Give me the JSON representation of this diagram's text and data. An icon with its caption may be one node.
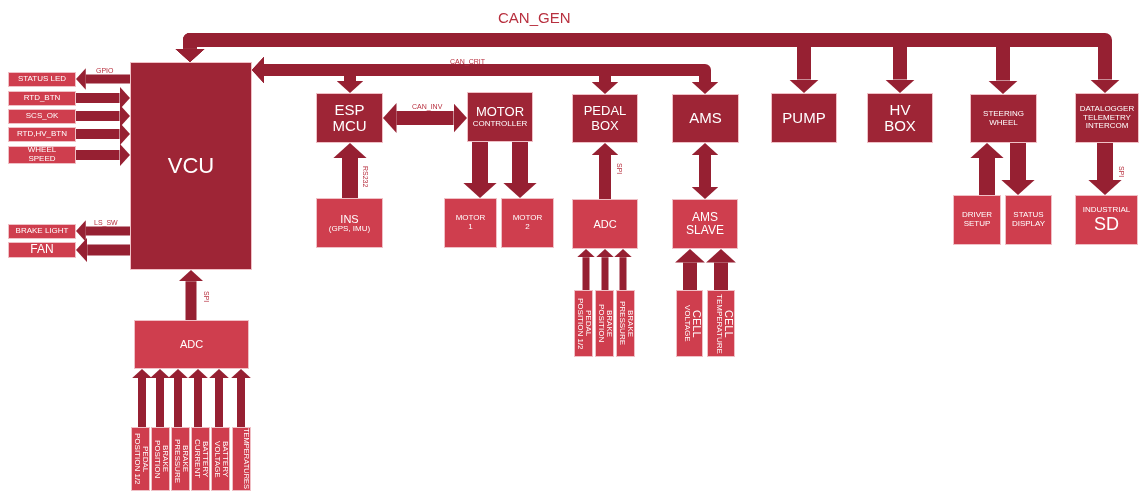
{
  "diagram": {
    "nodes": [
      {
        "text": [
          "VCU"
        ]
      },
      {
        "text": [
          "STATUS LED"
        ]
      },
      {
        "text": [
          "RTD_BTN"
        ]
      },
      {
        "text": [
          "SCS_OK"
        ]
      },
      {
        "text": [
          "RTD,HV_BTN"
        ]
      },
      {
        "text": [
          "WHEEL SPEED"
        ]
      },
      {
        "text": [
          "BRAKE LIGHT"
        ]
      },
      {
        "text": [
          "FAN"
        ]
      },
      {
        "text": [
          "ADC"
        ]
      },
      {
        "text": [
          "PEDAL POSITION 1/2"
        ]
      },
      {
        "text": [
          "BRAKE POSITION"
        ]
      },
      {
        "text": [
          "BRAKE PRESSURE"
        ]
      },
      {
        "text": [
          "BATTERY CURRENT"
        ]
      },
      {
        "text": [
          "BATTERY VOLTAGE"
        ]
      },
      {
        "text": [
          "TEMPERATURES"
        ]
      },
      {
        "text": [
          "ESP MCU"
        ]
      },
      {
        "text": [
          "INS",
          "(GPS, IMU)"
        ]
      },
      {
        "text": [
          "MOTOR",
          "CONTROLLER"
        ]
      },
      {
        "text": [
          "MOTOR 1"
        ]
      },
      {
        "text": [
          "MOTOR 2"
        ]
      },
      {
        "text": [
          "PEDAL BOX"
        ]
      },
      {
        "text": [
          "ADC"
        ]
      },
      {
        "text": [
          "PEDAL POSITION 1/2"
        ]
      },
      {
        "text": [
          "BRAKE POSITION"
        ]
      },
      {
        "text": [
          "BRAKE PRESSURE"
        ]
      },
      {
        "text": [
          "AMS"
        ]
      },
      {
        "text": [
          "AMS SLAVE"
        ]
      },
      {
        "text": [
          "CELL",
          "VOLTAGE"
        ]
      },
      {
        "text": [
          "CELL",
          "TEMPERATURE"
        ]
      },
      {
        "text": [
          "PUMP"
        ]
      },
      {
        "text": [
          "HV BOX"
        ]
      },
      {
        "text": [
          "STEERING WHEEL"
        ]
      },
      {
        "text": [
          "DATALOGGER TELEMETRY INTERCOM"
        ]
      },
      {
        "text": [
          "DRIVER SETUP"
        ]
      },
      {
        "text": [
          "STATUS",
          "DISPLAY"
        ]
      },
      {
        "text": [
          "INDUSTRIAL",
          "SD"
        ]
      }
    ],
    "edges": [
      {
        "from": 0,
        "to": 1,
        "arrow": "to",
        "label": "GPIO"
      },
      {
        "from": 2,
        "to": 0,
        "arrow": "to"
      },
      {
        "from": 3,
        "to": 0,
        "arrow": "to"
      },
      {
        "from": 4,
        "to": 0,
        "arrow": "to"
      },
      {
        "from": 5,
        "to": 0,
        "arrow": "to"
      },
      {
        "from": 0,
        "to": 6,
        "arrow": "to",
        "label": "LS_SW"
      },
      {
        "from": 0,
        "to": 7,
        "arrow": "to"
      },
      {
        "from": 8,
        "to": 0,
        "arrow": "to",
        "label": "SPI"
      },
      {
        "from": 9,
        "to": 8,
        "arrow": "to"
      },
      {
        "from": 10,
        "to": 8,
        "arrow": "to"
      },
      {
        "from": 11,
        "to": 8,
        "arrow": "to"
      },
      {
        "from": 12,
        "to": 8,
        "arrow": "to"
      },
      {
        "from": 13,
        "to": 8,
        "arrow": "to"
      },
      {
        "from": 14,
        "to": 8,
        "arrow": "to"
      },
      {
        "from": 0,
        "to": 15,
        "arrow": "both"
      },
      {
        "from": 0,
        "to": 20,
        "arrow": "both"
      },
      {
        "from": 0,
        "to": 25,
        "arrow": "both",
        "label": "CAN_CRIT"
      },
      {
        "from": 15,
        "to": 17,
        "arrow": "both",
        "label": "CAN_INV"
      },
      {
        "from": 16,
        "to": 15,
        "arrow": "to",
        "label": "RS232"
      },
      {
        "from": 17,
        "to": 18,
        "arrow": "to"
      },
      {
        "from": 17,
        "to": 19,
        "arrow": "to"
      },
      {
        "from": 21,
        "to": 20,
        "arrow": "to",
        "label": "SPI"
      },
      {
        "from": 22,
        "to": 21,
        "arrow": "to"
      },
      {
        "from": 23,
        "to": 21,
        "arrow": "to"
      },
      {
        "from": 24,
        "to": 21,
        "arrow": "to"
      },
      {
        "from": 25,
        "to": 26,
        "arrow": "both"
      },
      {
        "from": 27,
        "to": 26,
        "arrow": "to"
      },
      {
        "from": 28,
        "to": 26,
        "arrow": "to"
      },
      {
        "from": 0,
        "to": 29,
        "arrow": "both"
      },
      {
        "from": 0,
        "to": 30,
        "arrow": "both"
      },
      {
        "from": 0,
        "to": 31,
        "arrow": "both"
      },
      {
        "from": 0,
        "to": 32,
        "arrow": "both",
        "label": "CAN_GEN"
      },
      {
        "from": 33,
        "to": 31,
        "arrow": "to"
      },
      {
        "from": 31,
        "to": 34,
        "arrow": "to"
      },
      {
        "from": 32,
        "to": 35,
        "arrow": "to",
        "label": "SPI"
      }
    ]
  }
}
